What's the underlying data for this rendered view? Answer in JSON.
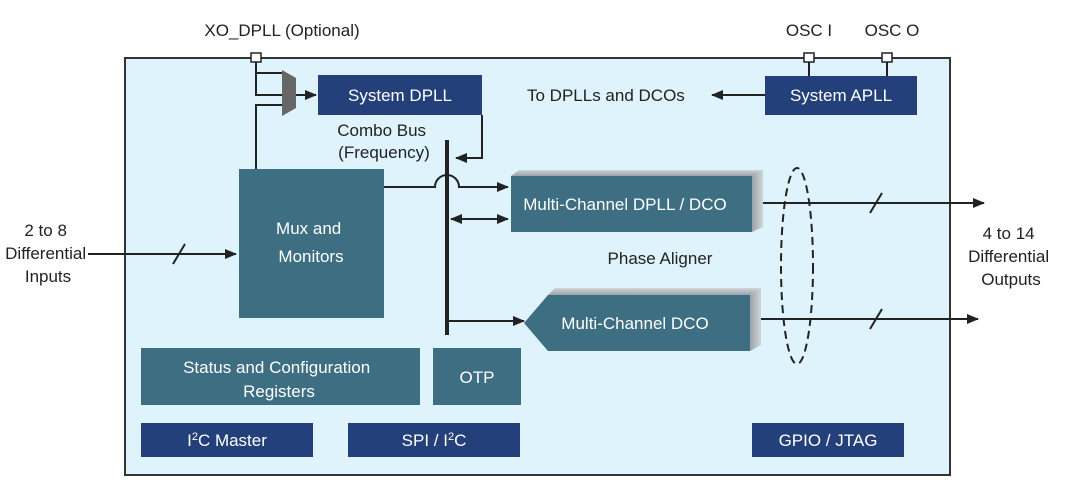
{
  "colors": {
    "chip_background": "#def3fc",
    "chip_border": "#333333",
    "dark_block": "#23407a",
    "teal_block": "#3d6e82",
    "line": "#222222"
  },
  "pins": {
    "xo_dpll": "XO_DPLL (Optional)",
    "osc_i": "OSC I",
    "osc_o": "OSC O"
  },
  "blocks": {
    "system_dpll": "System DPLL",
    "system_apll": "System APLL",
    "mux_monitors": [
      "Mux and",
      "Monitors"
    ],
    "mc_dpll_dco": "Multi-Channel DPLL / DCO",
    "mc_dco": "Multi-Channel DCO",
    "status_config": [
      "Status and Configuration",
      "Registers"
    ],
    "otp": "OTP",
    "i2c_master": {
      "prefix": "I",
      "sup": "2",
      "suffix": "C Master"
    },
    "spi_i2c": {
      "prefix": "SPI / I",
      "sup": "2",
      "suffix": "C"
    },
    "gpio_jtag": "GPIO / JTAG"
  },
  "labels": {
    "to_dplls": "To DPLLs and DCOs",
    "combo_bus": [
      "Combo Bus",
      "(Frequency)"
    ],
    "phase_aligner": "Phase Aligner",
    "inputs": [
      "2 to 8",
      "Differential",
      "Inputs"
    ],
    "outputs": [
      "4 to 14",
      "Differential",
      "Outputs"
    ]
  }
}
